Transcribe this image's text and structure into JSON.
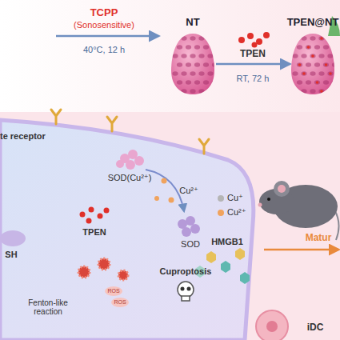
{
  "diagram": {
    "nodes": [
      {
        "text": [
          "NT"
        ]
      },
      {
        "text": [
          "TPEN@NT"
        ]
      }
    ],
    "edges": [
      {
        "from": 0,
        "to": 1,
        "arrow": "to",
        "label": "TPEN"
      }
    ],
    "labels": [
      "TCPP",
      "(Sonosensitive)",
      "40°C, 12 h",
      "RT, 72 h",
      "te receptor",
      "SOD(Cu²⁺)",
      "Cu²⁺",
      "TPEN",
      "SH",
      "Fenton-like reaction",
      "ROS",
      "ROS",
      "SOD",
      "Cuproptosis",
      "HMGB1",
      "Matur",
      "iDC"
    ],
    "legend": [
      {
        "text": "Cu⁺",
        "color": "#b5b5b5"
      },
      {
        "text": "Cu²⁺",
        "color": "#f0a35e"
      }
    ]
  }
}
